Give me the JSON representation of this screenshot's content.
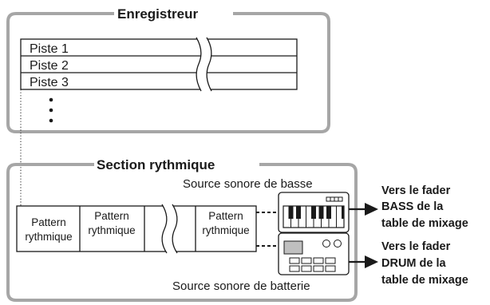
{
  "recorder": {
    "title": "Enregistreur",
    "tracks": [
      "Piste 1",
      "Piste 2",
      "Piste 3"
    ]
  },
  "rhythm": {
    "title": "Section rythmique",
    "bass_source_label": "Source sonore de basse",
    "drum_source_label": "Source sonore de batterie",
    "patterns": [
      {
        "line1": "Pattern",
        "line2": "rythmique"
      },
      {
        "line1": "Pattern",
        "line2": "rythmique"
      },
      {
        "line1": "Pattern",
        "line2": "rythmique"
      }
    ]
  },
  "outputs": {
    "bass": {
      "line1": "Vers le fader",
      "line2": "BASS de la",
      "line3": "table de mixage"
    },
    "drum": {
      "line1": "Vers le fader",
      "line2": "DRUM de la",
      "line3": "table de mixage"
    }
  },
  "colors": {
    "frame": "#a6a6a6",
    "line": "#1a1a1a",
    "device_fill": "#ffffff",
    "display_fill": "#bfbfbf"
  },
  "icons": {
    "bass": "keyboard-icon",
    "drum": "drum-machine-icon"
  }
}
